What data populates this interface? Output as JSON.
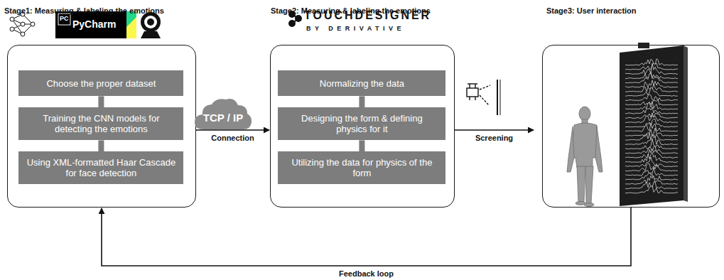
{
  "diagram": {
    "nodes": [
      {
        "text": [
          "Stage1: Measuring & labeling the emotions"
        ]
      },
      {
        "text": [
          "Choose the proper dataset"
        ],
        "in": 0
      },
      {
        "text": [
          "Training the CNN models for detecting the emotions"
        ],
        "in": 0
      },
      {
        "text": [
          "Using XML-formatted Haar Cascade for face detection"
        ],
        "in": 0
      },
      {
        "text": [
          "TCP / IP"
        ]
      },
      {
        "text": [
          "Stage2: Measuring & labeling the emotions"
        ]
      },
      {
        "text": [
          "Normalizing the data"
        ],
        "in": 5
      },
      {
        "text": [
          "Designing the form & defining physics for it"
        ],
        "in": 5
      },
      {
        "text": [
          "Utilizing the data for physics of the form"
        ],
        "in": 5
      },
      {
        "text": [
          "Stage3: User interaction"
        ]
      }
    ],
    "edges": [
      {
        "from": 0,
        "to": 5,
        "label": "Connection",
        "arrow": "to"
      },
      {
        "from": 5,
        "to": 9,
        "label": "Screening",
        "arrow": "to"
      },
      {
        "from": 9,
        "to": 0,
        "label": "Feedback loop",
        "arrow": "to"
      },
      {
        "from": 1,
        "to": 2,
        "arrow": "none"
      },
      {
        "from": 2,
        "to": 3,
        "arrow": "none"
      },
      {
        "from": 6,
        "to": 7,
        "arrow": "none"
      },
      {
        "from": 7,
        "to": 8,
        "arrow": "none"
      }
    ],
    "labels": [
      "PC",
      "PyCharm",
      "TOUCHDESIGNER",
      "BY DERIVATIVE"
    ]
  }
}
